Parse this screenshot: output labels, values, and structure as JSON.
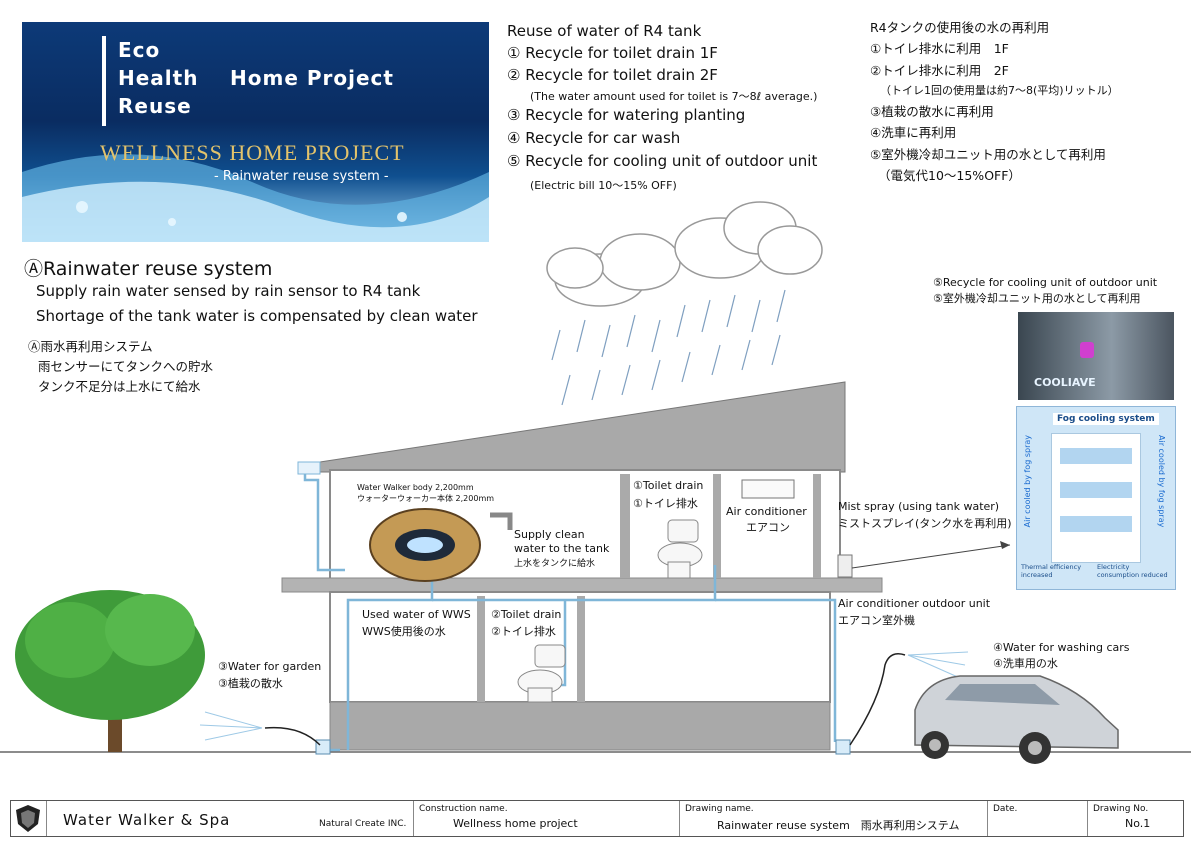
{
  "banner": {
    "word1": "Eco",
    "word2": "Health",
    "word3": "Reuse",
    "word4": "Home Project",
    "gold": "WELLNESS  HOME PROJECT",
    "sub": "- Rainwater reuse system -"
  },
  "reuse_en": {
    "title": "Reuse of water of R4 tank",
    "items": [
      "① Recycle for toilet drain 1F",
      "② Recycle for toilet drain 2F",
      "(The water amount used for toilet is 7～8ℓ average.)",
      "③ Recycle for watering planting",
      "④ Recycle for car wash",
      "⑤ Recycle for cooling unit of outdoor unit",
      "(Electric bill 10～15% OFF)"
    ]
  },
  "reuse_jp": {
    "title": "R4タンクの使用後の水の再利用",
    "items": [
      "①トイレ排水に利用　1F",
      "②トイレ排水に利用　2F",
      "（トイレ1回の使用量は約7～8(平均)リットル）",
      "③植栽の散水に再利用",
      "④洗車に再利用",
      "⑤室外機冷却ユニット用の水として再利用",
      "（電気代10～15%OFF）"
    ]
  },
  "system": {
    "title": "ⒶRainwater reuse system",
    "line1": "Supply rain water sensed by rain sensor to R4 tank",
    "line2": "Shortage of the tank water is compensated by clean water",
    "jp_title": "Ⓐ雨水再利用システム",
    "jp_line1": "雨センサーにてタンクへの貯水",
    "jp_line2": "タンク不足分は上水にて給水"
  },
  "cooling": {
    "en": "⑤Recycle for cooling unit of outdoor unit",
    "jp": "⑤室外機冷却ユニット用の水として再利用",
    "brand": "COOLIAVE",
    "fog_title": "Fog cooling system",
    "side_left": "Air cooled by fog spray",
    "side_right": "Air cooled by fog spray",
    "bottom_left": "Thermal efficiency increased",
    "bottom_right": "Electricity consumption reduced"
  },
  "labels": {
    "ww_body_en": "Water Walker body 2,200mm",
    "ww_body_jp": "ウォーターウォーカー本体 2,200mm",
    "supply_en1": "Supply clean",
    "supply_en2": "water to the tank",
    "supply_jp": "上水をタンクに給水",
    "toilet1_en": "①Toilet drain",
    "toilet1_jp": "①トイレ排水",
    "ac_en": "Air conditioner",
    "ac_jp": "エアコン",
    "mist_en": "Mist spray (using tank water)",
    "mist_jp": "ミストスプレイ(タンク水を再利用)",
    "used_en": "Used water of WWS",
    "used_jp": "WWS使用後の水",
    "toilet2_en": "②Toilet drain",
    "toilet2_jp": "②トイレ排水",
    "outdoor_en": "Air conditioner outdoor unit",
    "outdoor_jp": "エアコン室外機",
    "garden_en": "③Water for garden",
    "garden_jp": "③植栽の散水",
    "car_en": "④Water for washing cars",
    "car_jp": "④洗車用の水"
  },
  "titleblock": {
    "company": "Water Walker & Spa",
    "maker": "Natural Create INC.",
    "construction_label": "Construction name.",
    "construction_value": "Wellness home project",
    "drawing_label": "Drawing name.",
    "drawing_value": "Rainwater reuse system　雨水再利用システム",
    "date_label": "Date.",
    "no_label": "Drawing No.",
    "no_value": "No.1"
  },
  "colors": {
    "pipe": "#7fb6d8",
    "wall": "#8a8a8a",
    "roof": "#a9a9a9",
    "tree": "#3f9b3a",
    "fog_bg": "#cfe6f7"
  }
}
